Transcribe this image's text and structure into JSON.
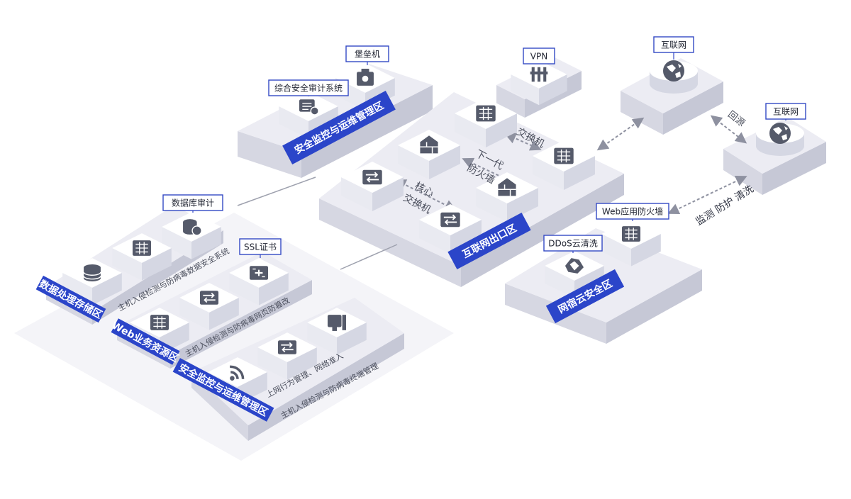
{
  "colors": {
    "platform_top": "#ececf3",
    "platform_left": "#d6d7e2",
    "platform_right": "#c6c8d6",
    "node_top": "#ffffff",
    "node_left": "#e9eaf1",
    "node_right": "#d5d7e3",
    "icon": "#555a6a",
    "zone_blue": "#2b45c9",
    "callout_border": "#3449c4",
    "text_gray": "#4a4e5c",
    "line_gray": "#9ea1ae"
  },
  "zones": {
    "ops_top": "安全监控与运维管理区",
    "internet_exit": "互联网出口区",
    "cloud_security": "网宿云安全区",
    "data_storage": "数据处理存储区",
    "web_resources": "Web业务资源区",
    "ops_bottom": "安全监控与运维管理区"
  },
  "callouts": {
    "bastion": "堡垒机",
    "audit_system": "综合安全审计系统",
    "vpn": "VPN",
    "internet_1": "互联网",
    "internet_2": "互联网",
    "waf": "Web应用防火墙",
    "ddos": "DDoS云清洗",
    "db_audit": "数据库审计",
    "ssl": "SSL证书"
  },
  "labels": {
    "switch": "交换机",
    "ngfw_line1": "下一代",
    "ngfw_line2": "防火墙",
    "core_line1": "核心",
    "core_line2": "交换机",
    "return_src": "回源",
    "monitor": "监测 防护 清洗",
    "data_hids": "主机入侵检测与防病毒数据安全系统",
    "web_hids": "主机入侵检测与防病毒网页防篡改",
    "ops_behavior": "上网行为管理、网络准入",
    "ops_hids": "主机入侵检测与防病毒终端管理"
  },
  "icons": {
    "bastion": "bastion-host-icon",
    "audit": "audit-system-icon",
    "vpn": "vpn-icon",
    "internet": "globe-icon",
    "firewall": "firewall-icon",
    "switch": "switch-icon",
    "waf": "waf-icon",
    "ddos": "ddos-icon",
    "database": "database-icon",
    "db_audit": "db-audit-icon",
    "ssl": "ssl-cert-icon",
    "server": "server-icon",
    "wifi": "wifi-icon",
    "terminal": "terminal-icon"
  }
}
